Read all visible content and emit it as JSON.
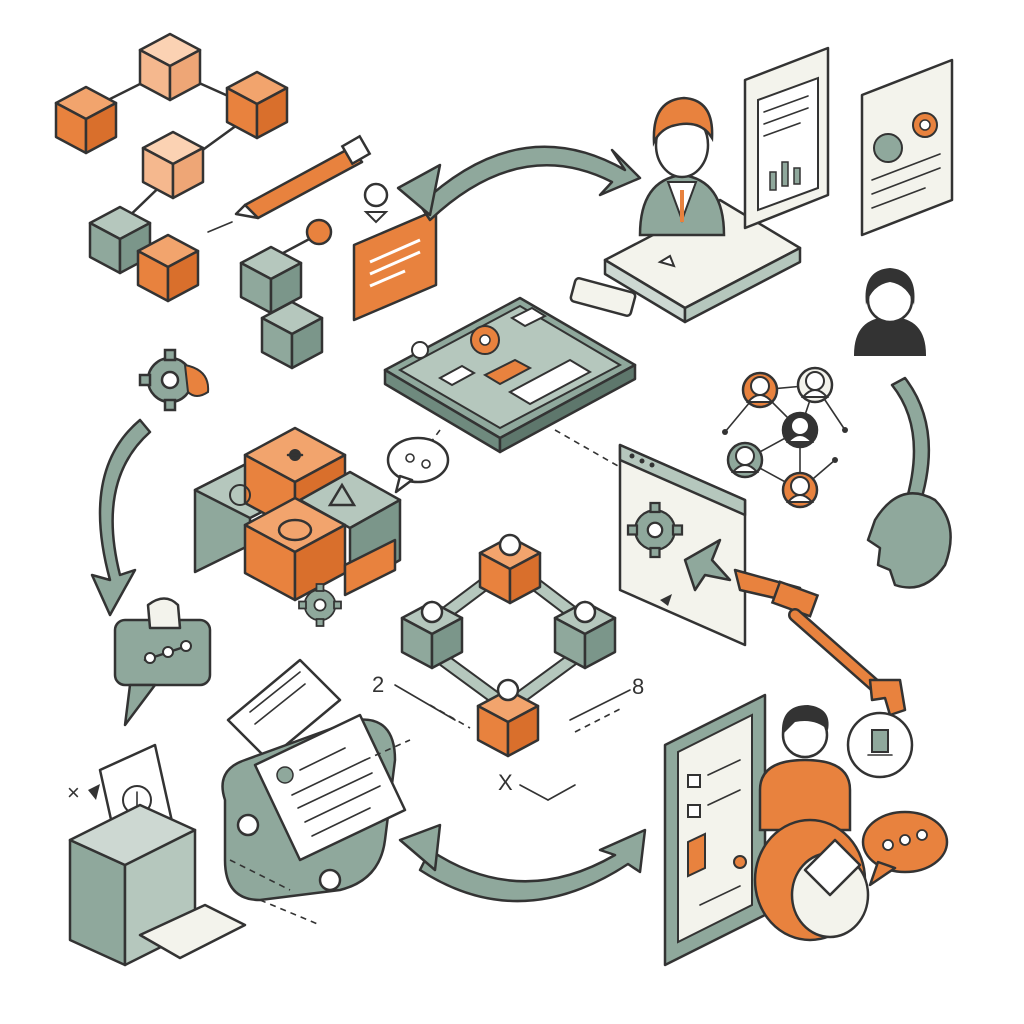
{
  "palette": {
    "orange": "#e8823e",
    "sage": "#8fa89c",
    "dark_sage": "#6f8a7e",
    "cream": "#f3f3ec",
    "line": "#333333"
  },
  "labels": {
    "number_left": "2",
    "number_right": "8",
    "axis_x": "X"
  },
  "icons": [
    "connected-cubes-icon",
    "pencil-icon",
    "pin-icon",
    "orange-note-icon",
    "businessman-laptop-icon",
    "chart-document-icon",
    "gear-document-icon",
    "woman-avatar-icon",
    "people-network-icon",
    "chat-bubble-icon",
    "isometric-tablet-icon",
    "cube-grid-icon",
    "gear-icon",
    "node-cubes-network-icon",
    "browser-gear-icon",
    "robot-arm-icon",
    "file-tray-icon",
    "document-scroll-icon",
    "person-tablet-icon",
    "speech-bubble-icon",
    "gear-arm-icon",
    "upload-box-icon"
  ]
}
